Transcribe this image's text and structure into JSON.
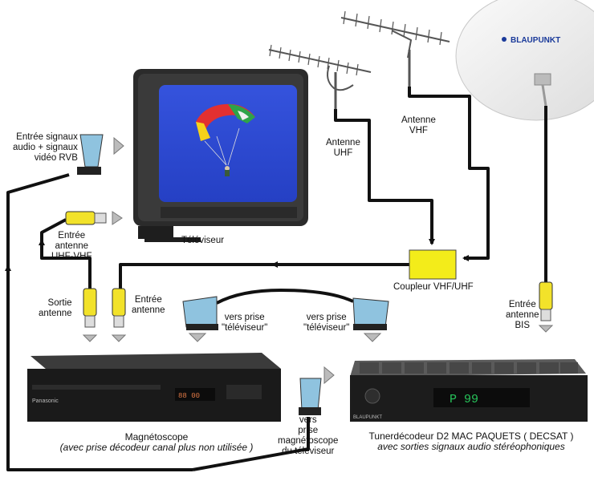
{
  "brand": "BLAUPUNKT",
  "labels": {
    "entree_rvb": [
      "Entrée  signaux",
      "audio + signaux",
      "vidéo RVB"
    ],
    "entree_uhf_vhf": [
      "Entrée",
      "antenne",
      "UHF-VHF"
    ],
    "televiseur": "Téléviseur",
    "antenne_uhf": [
      "Antenne",
      "UHF"
    ],
    "antenne_vhf": [
      "Antenne",
      "VHF"
    ],
    "coupleur": "Coupleur VHF/UHF",
    "sortie_antenne": [
      "Sortie",
      "antenne"
    ],
    "entree_antenne": [
      "Entrée",
      "antenne"
    ],
    "vers_prise_tv_1": [
      "vers prise",
      "\"téléviseur\""
    ],
    "vers_prise_tv_2": [
      "vers prise",
      "\"téléviseur\""
    ],
    "entree_antenne_bis": [
      "Entrée",
      "antenne",
      "BIS"
    ],
    "magnetoscope_title": "Magnétoscope",
    "magnetoscope_sub": "(avec prise décodeur canal plus non utilisée )",
    "vers_prise_magneto": [
      "vers",
      "prise",
      "magnétoscope",
      "du téléviseur"
    ],
    "tuner_title": "Tunerdécodeur D2 MAC PAQUETS ( DECSAT )",
    "tuner_sub": "avec sorties signaux audio stéréophoniques"
  },
  "devices": {
    "vcr_brand": "Panasonic",
    "tuner_display": "P 99",
    "tuner_brand": "BLAUPUNKT"
  },
  "colors": {
    "cable": "#111111",
    "coupler": "#f3ec1a",
    "scart": "#8fc3df",
    "coax": "#f2e22a",
    "screen": "#2c4bd6"
  }
}
